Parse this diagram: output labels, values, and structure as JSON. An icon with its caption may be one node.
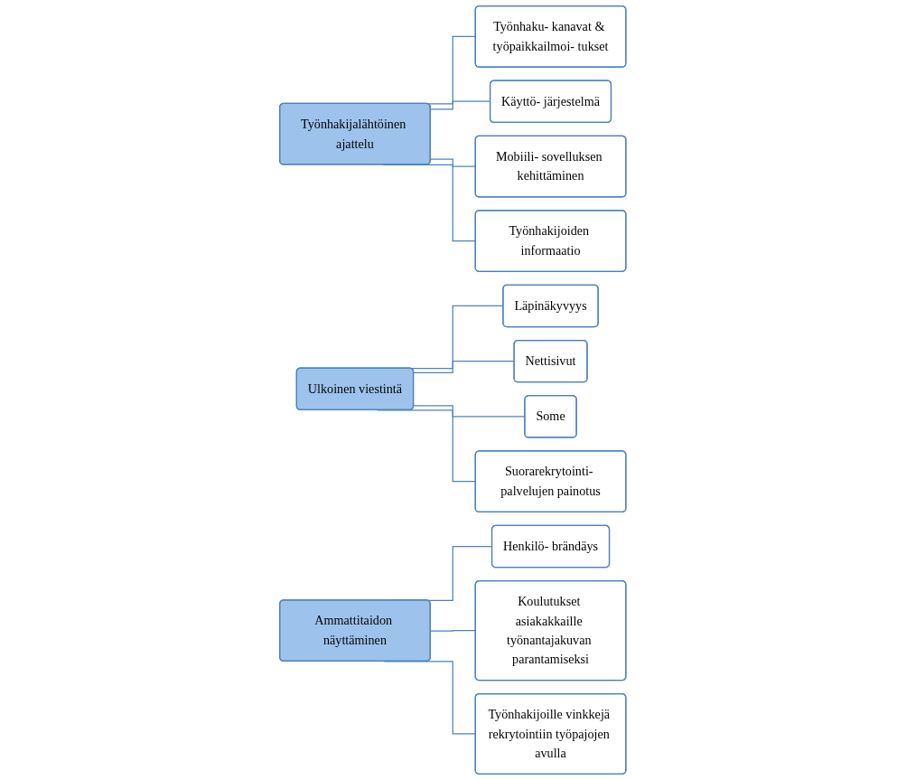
{
  "diagram": {
    "nodes": [
      {
        "text": [
          "Työnhakijalähtöinen ajattelu"
        ]
      },
      {
        "text": [
          "Työnhaku- kanavat & työpaikkailmoi- tukset"
        ]
      },
      {
        "text": [
          "Käyttö- järjestelmä"
        ]
      },
      {
        "text": [
          "Mobiili- sovelluksen kehittäminen"
        ]
      },
      {
        "text": [
          "Työnhakijoiden informaatio"
        ]
      },
      {
        "text": [
          "Ulkoinen viestintä"
        ]
      },
      {
        "text": [
          "Läpinäkyvyys"
        ]
      },
      {
        "text": [
          "Nettisivut"
        ]
      },
      {
        "text": [
          "Some"
        ]
      },
      {
        "text": [
          "Suorarekrytointi- palvelujen painotus"
        ]
      },
      {
        "text": [
          "Ammattitaidon näyttäminen"
        ]
      },
      {
        "text": [
          "Henkilö- brändäys"
        ]
      },
      {
        "text": [
          "Koulutukset asiakakkaille työnantajakuvan parantamiseksi"
        ]
      },
      {
        "text": [
          "Työnhakijoille vinkkejä rekrytointiin työpajojen avulla"
        ]
      }
    ],
    "edges": [
      {
        "from": 0,
        "to": 1,
        "arrow": "none"
      },
      {
        "from": 0,
        "to": 2,
        "arrow": "none"
      },
      {
        "from": 0,
        "to": 3,
        "arrow": "none"
      },
      {
        "from": 0,
        "to": 4,
        "arrow": "none"
      },
      {
        "from": 5,
        "to": 6,
        "arrow": "none"
      },
      {
        "from": 5,
        "to": 7,
        "arrow": "none"
      },
      {
        "from": 5,
        "to": 8,
        "arrow": "none"
      },
      {
        "from": 5,
        "to": 9,
        "arrow": "none"
      },
      {
        "from": 10,
        "to": 11,
        "arrow": "none"
      },
      {
        "from": 10,
        "to": 12,
        "arrow": "none"
      },
      {
        "from": 10,
        "to": 13,
        "arrow": "none"
      }
    ]
  }
}
